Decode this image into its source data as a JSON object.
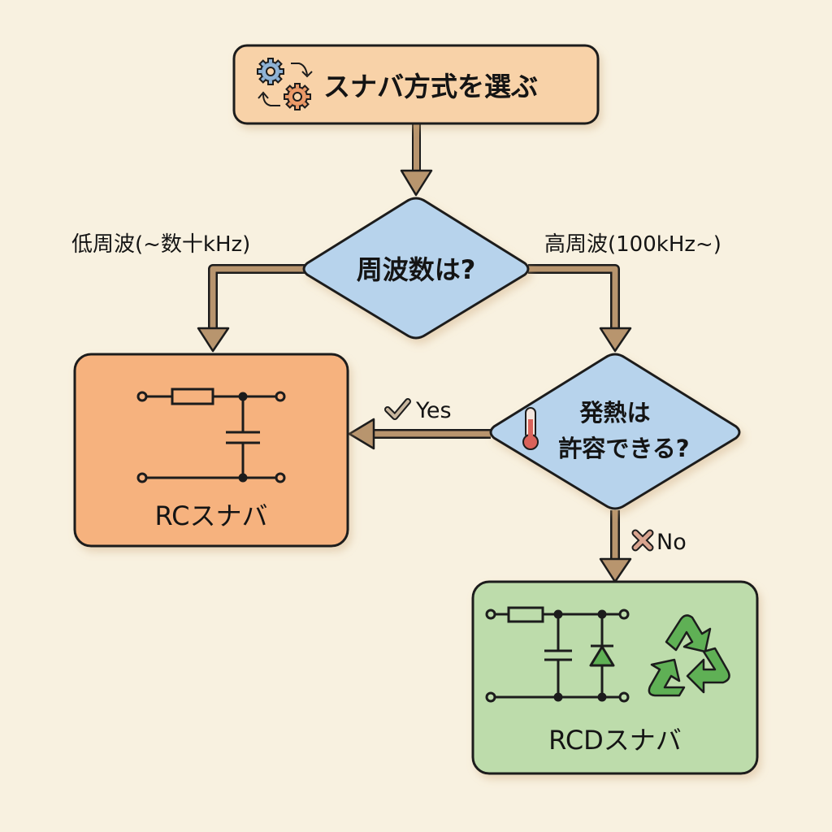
{
  "colors": {
    "background": "#f8f1e0",
    "start_fill": "#f8d2a8",
    "decision_fill": "#b7d3ec",
    "rc_fill": "#f6b27e",
    "rcd_fill": "#bddcab",
    "arrow": "#b8956e",
    "outline": "#1c1c1c",
    "gear_blue": "#8fb3d6",
    "gear_orange": "#ec9a68",
    "recycle_green": "#5fb055",
    "check_fill": "#c8b69e",
    "cross_fill": "#d9a48f",
    "thermo_red": "#d9625a"
  },
  "start": {
    "label": "スナバ方式を選ぶ",
    "icon": "gears-cycle-icon"
  },
  "decision_frequency": {
    "label": "周波数は?"
  },
  "branch_low": {
    "label": "低周波(~数十kHz)"
  },
  "branch_high": {
    "label": "高周波(100kHz~)"
  },
  "decision_heat": {
    "line1": "発熱は",
    "line2": "許容できる?",
    "icon": "thermometer-icon"
  },
  "edge_yes": {
    "label": "Yes",
    "icon": "check-icon"
  },
  "edge_no": {
    "label": "No",
    "icon": "cross-icon"
  },
  "rc_snubber": {
    "label": "RCスナバ",
    "circuit": [
      "resistor",
      "capacitor"
    ]
  },
  "rcd_snubber": {
    "label": "RCDスナバ",
    "circuit": [
      "resistor",
      "capacitor",
      "diode"
    ],
    "icon": "recycle-icon"
  }
}
